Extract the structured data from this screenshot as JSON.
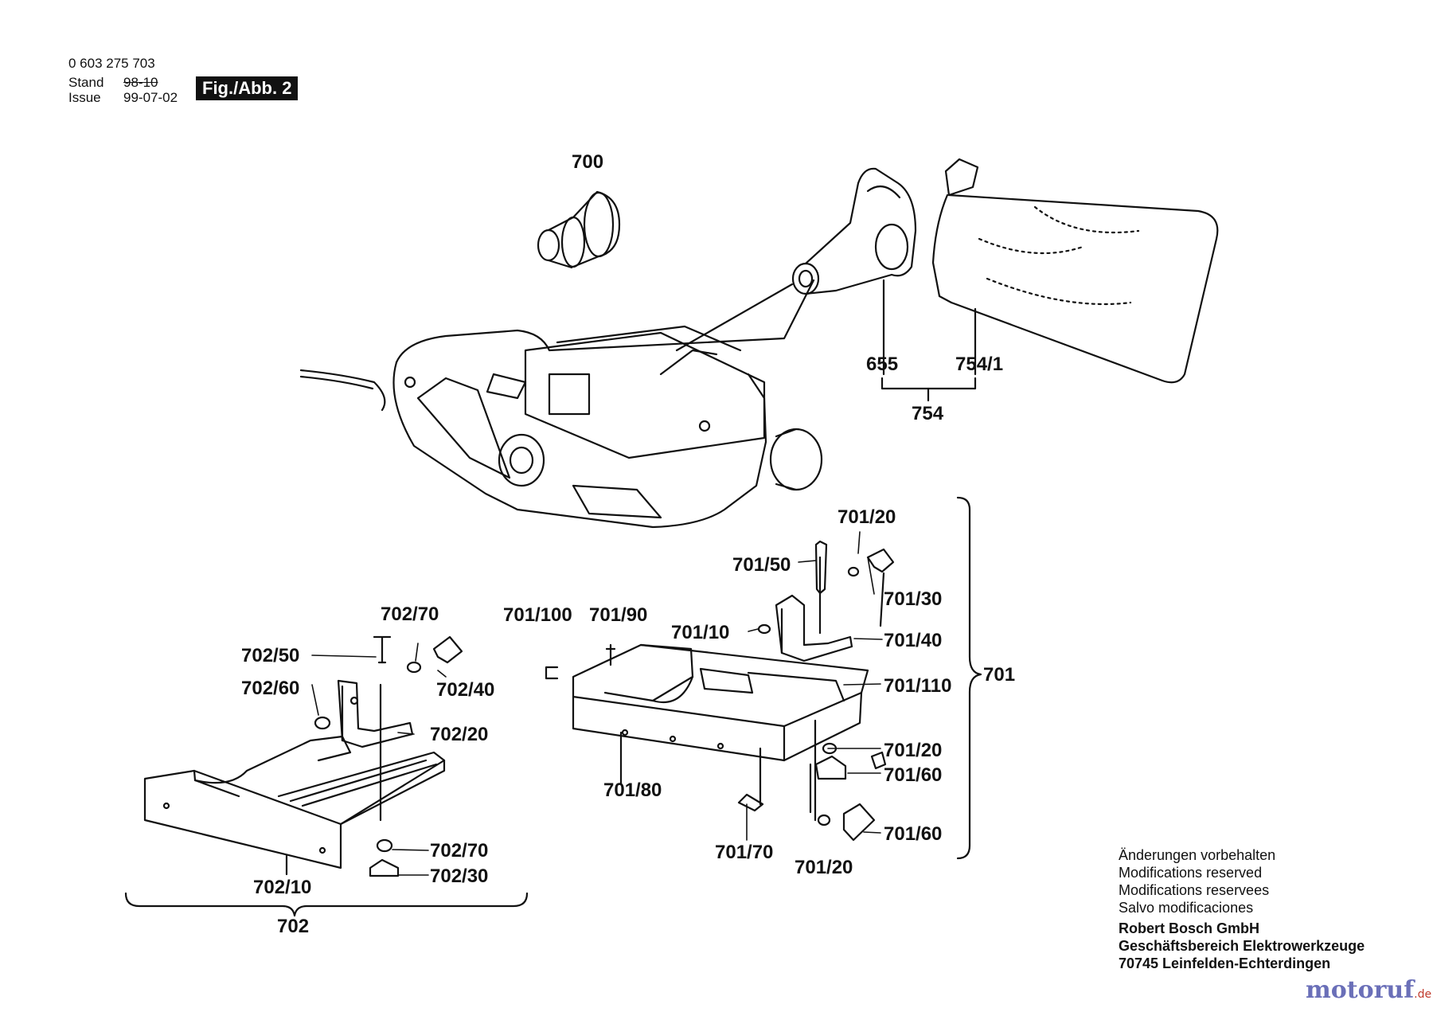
{
  "header": {
    "part_number": "0 603 275 703",
    "stand_label": "Stand",
    "issue_label": "Issue",
    "stand_value": "98-10",
    "issue_value": "99-07-02",
    "figure_label": "Fig./Abb. 2"
  },
  "labels": {
    "p700": "700",
    "p655": "655",
    "p754_1": "754/1",
    "p754": "754",
    "p701_20_top": "701/20",
    "p701_50": "701/50",
    "p701_30": "701/30",
    "p701_10": "701/10",
    "p701_40": "701/40",
    "p701_100": "701/100",
    "p701_90": "701/90",
    "p701_110": "701/110",
    "p701": "701",
    "p701_20_mid": "701/20",
    "p701_60_mid": "701/60",
    "p701_80": "701/80",
    "p701_70": "701/70",
    "p701_20_bot": "701/20",
    "p701_60_bot": "701/60",
    "p702_70_top": "702/70",
    "p702_50": "702/50",
    "p702_40": "702/40",
    "p702_60": "702/60",
    "p702_20": "702/20",
    "p702_70_bot": "702/70",
    "p702_30": "702/30",
    "p702_10": "702/10",
    "p702": "702"
  },
  "notes": {
    "line1": "Änderungen vorbehalten",
    "line2": "Modifications reserved",
    "line3": "Modifications reservees",
    "line4": "Salvo modificaciones",
    "company": "Robert Bosch GmbH",
    "division": "Geschäftsbereich Elektrowerkzeuge",
    "address": "70745 Leinfelden-Echterdingen"
  },
  "watermark": {
    "text": "motoruf",
    "suffix": ".de"
  }
}
